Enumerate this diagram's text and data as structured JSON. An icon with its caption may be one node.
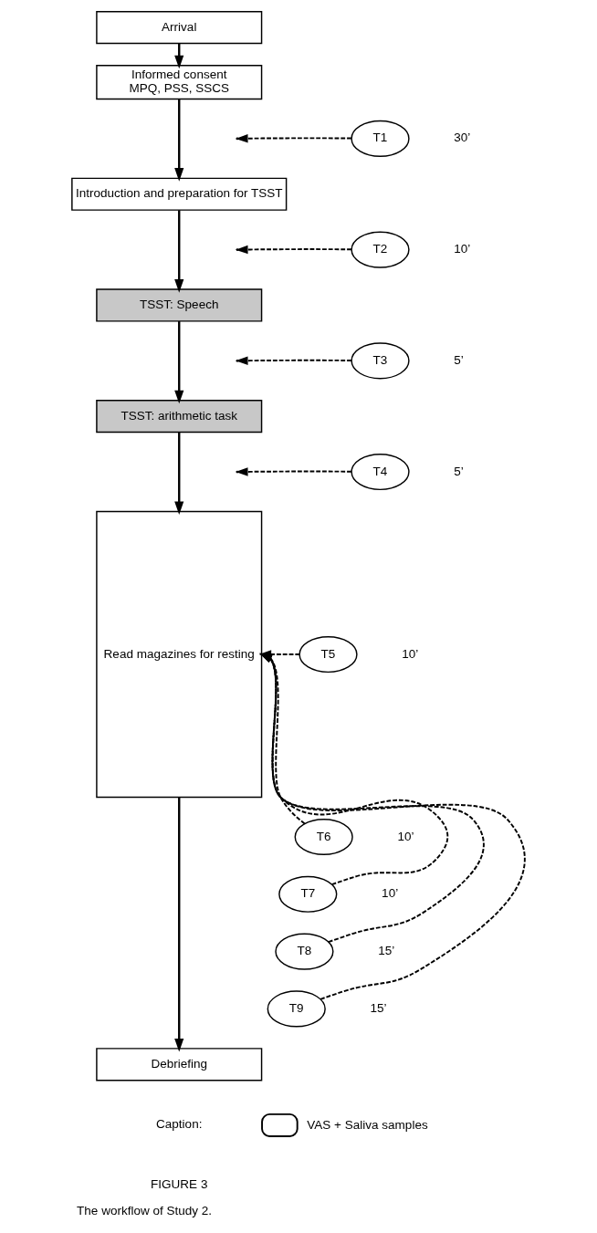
{
  "diagram": {
    "caption": "The workflow of Study 2.",
    "nodes": [
      {
        "text": [
          "Arrival"
        ]
      },
      {
        "text": [
          "Informed consent",
          "MPQ, PSS, SSCS"
        ]
      },
      {
        "text": [
          "Introduction and preparation for TSST"
        ]
      },
      {
        "text": [
          "TSST: Speech"
        ]
      },
      {
        "text": [
          "TSST: arithmetic task"
        ]
      },
      {
        "text": [
          "Read magazines for resting"
        ]
      },
      {
        "text": [
          "Debriefing"
        ]
      },
      {
        "text": [
          "T1"
        ]
      },
      {
        "text": [
          "T2"
        ]
      },
      {
        "text": [
          "T3"
        ]
      },
      {
        "text": [
          "T4"
        ]
      },
      {
        "text": [
          "T5"
        ]
      },
      {
        "text": [
          "T6"
        ]
      },
      {
        "text": [
          "T7"
        ]
      },
      {
        "text": [
          "T8"
        ]
      },
      {
        "text": [
          "T9"
        ]
      }
    ],
    "edges": [
      {
        "from": 0,
        "to": 1,
        "arrow": "to"
      },
      {
        "from": 1,
        "to": 2,
        "arrow": "to"
      },
      {
        "from": 2,
        "to": 3,
        "arrow": "to"
      },
      {
        "from": 3,
        "to": 4,
        "arrow": "to"
      },
      {
        "from": 4,
        "to": 5,
        "arrow": "to"
      },
      {
        "from": 5,
        "to": 6,
        "arrow": "to"
      },
      {
        "from": 7,
        "to": null,
        "arrow": "to",
        "style": "dashed"
      },
      {
        "from": 8,
        "to": null,
        "arrow": "to",
        "style": "dashed"
      },
      {
        "from": 9,
        "to": null,
        "arrow": "to",
        "style": "dashed"
      },
      {
        "from": 10,
        "to": null,
        "arrow": "to",
        "style": "dashed"
      },
      {
        "from": 11,
        "to": 5,
        "arrow": "to",
        "style": "dashed"
      },
      {
        "from": 12,
        "to": 5,
        "arrow": "to",
        "style": "dashed"
      },
      {
        "from": 13,
        "to": 5,
        "arrow": "to",
        "style": "dashed"
      },
      {
        "from": 14,
        "to": 5,
        "arrow": "to",
        "style": "dashed"
      },
      {
        "from": 15,
        "to": 5,
        "arrow": "to",
        "style": "dashed"
      }
    ],
    "labels": [
      "30’",
      "10’",
      "5’",
      "5’",
      "10’",
      "10’",
      "10’",
      "15’",
      "15’",
      "Caption:",
      "FIGURE 3"
    ],
    "legend": [
      {
        "text": "VAS + Saliva samples"
      }
    ]
  }
}
